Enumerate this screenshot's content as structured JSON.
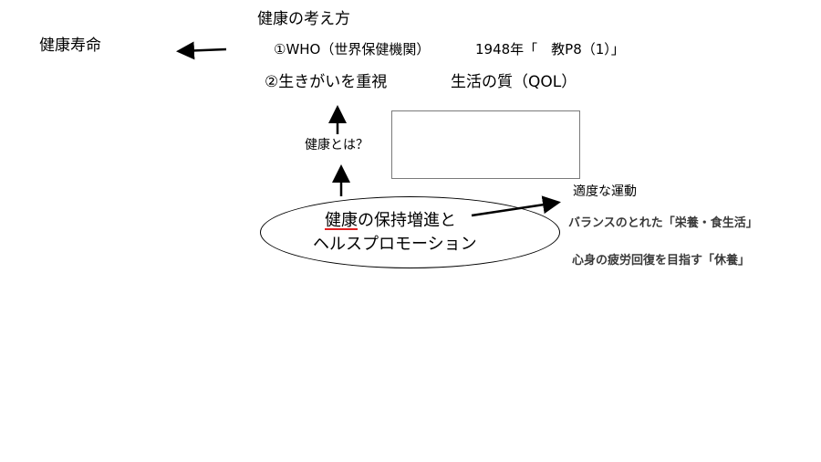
{
  "slide": {
    "title": "健康の考え方",
    "left_label": "健康寿命",
    "who_line": "①WHO（世界保健機関）",
    "who_year": "1948年「　教P8（1）」",
    "ikigai_line": "②生きがいを重視",
    "qol_line": "生活の質（QOL）",
    "what_is_health": "健康とは？",
    "ellipse_line1_a": "健康",
    "ellipse_line1_b": "の保持増進と",
    "ellipse_line2": "ヘルスプロモーション",
    "exercise": "適度な運動",
    "nutrition": "バランスのとれた「栄養・食生活」",
    "rest": "心身の疲労回復を目指す「休養」"
  },
  "colors": {
    "text": "#000000",
    "muted_text": "#3a3a3a",
    "underline_accent": "#e02020",
    "box_border": "#7a7a7a"
  }
}
